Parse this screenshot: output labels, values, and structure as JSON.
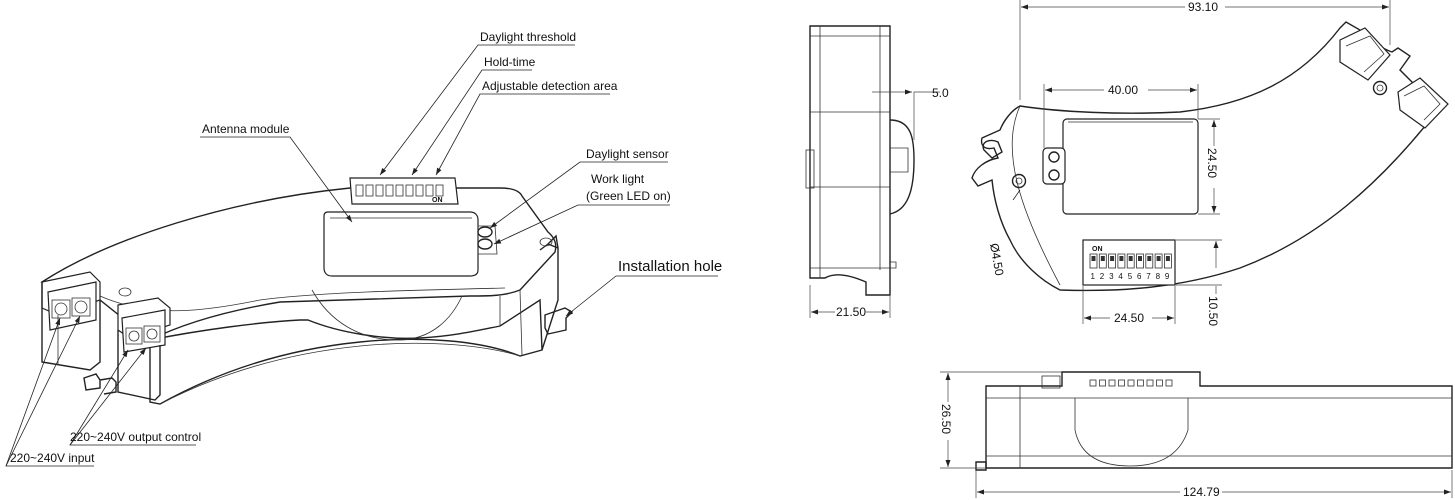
{
  "callouts": {
    "daylight_threshold": "Daylight  threshold",
    "hold_time": "Hold-time",
    "adjustable_detection_area": "Adjustable detection area",
    "antenna_module": "Antenna module",
    "daylight_sensor": "Daylight  sensor",
    "work_light_line1": "Work light",
    "work_light_line2": "(Green LED  on)",
    "installation_hole": "Installation hole",
    "output_control": "220~240V output control",
    "input": "220~240V input"
  },
  "dimensions": {
    "side_thickness": "5.0",
    "side_width": "21.50",
    "overall_top": "93.10",
    "module_width": "40.00",
    "module_height": "24.50",
    "hole_diameter": "Ø4.50",
    "dip_width": "24.50",
    "dip_height": "10.50",
    "front_height": "26.50",
    "front_length": "124.79"
  },
  "dip_switch": {
    "on_label": "ON",
    "positions": [
      "1",
      "2",
      "3",
      "4",
      "5",
      "6",
      "7",
      "8",
      "9"
    ],
    "mini_on_label": "ON"
  },
  "colors": {
    "line": "#222222",
    "background": "#ffffff"
  }
}
